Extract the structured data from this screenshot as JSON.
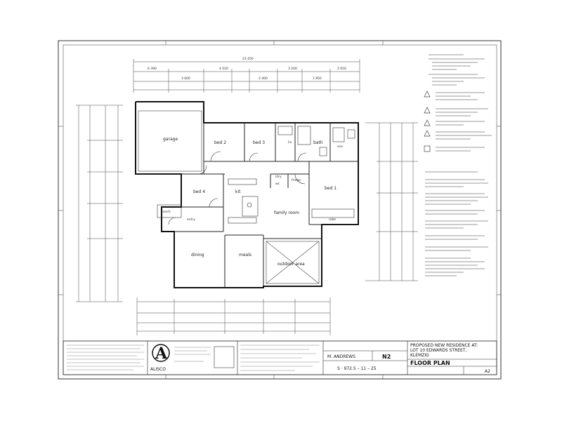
{
  "rooms": {
    "garage": "garage",
    "bed2": "bed 2",
    "bed3": "bed 3",
    "bed4": "bed 4",
    "bed1": "bed 1",
    "bath": "bath",
    "ensuite": "ens",
    "linen": "lin",
    "kitchen": "kit",
    "family": "family room",
    "meals": "meals",
    "dining": "dining",
    "outdoor": "outdoor area",
    "porch": "porch",
    "entry": "entry",
    "laundry": "ldry",
    "robe": "robe",
    "fridge": "fridge",
    "wc": "wc"
  },
  "titleblock": {
    "company": "ALISCO",
    "drawn_by": "M. ANDREWS",
    "drawing_no": "N2",
    "project_line1": "PROPOSED NEW RESIDENCE AT:",
    "project_line2": "LOT 10 EDWARDS STREET,",
    "project_line3": "KLEMZIG",
    "sheet_title": "FLOOR PLAN",
    "sheet_code": "A2",
    "ref": "S · 972.5 – 11 – 25"
  }
}
